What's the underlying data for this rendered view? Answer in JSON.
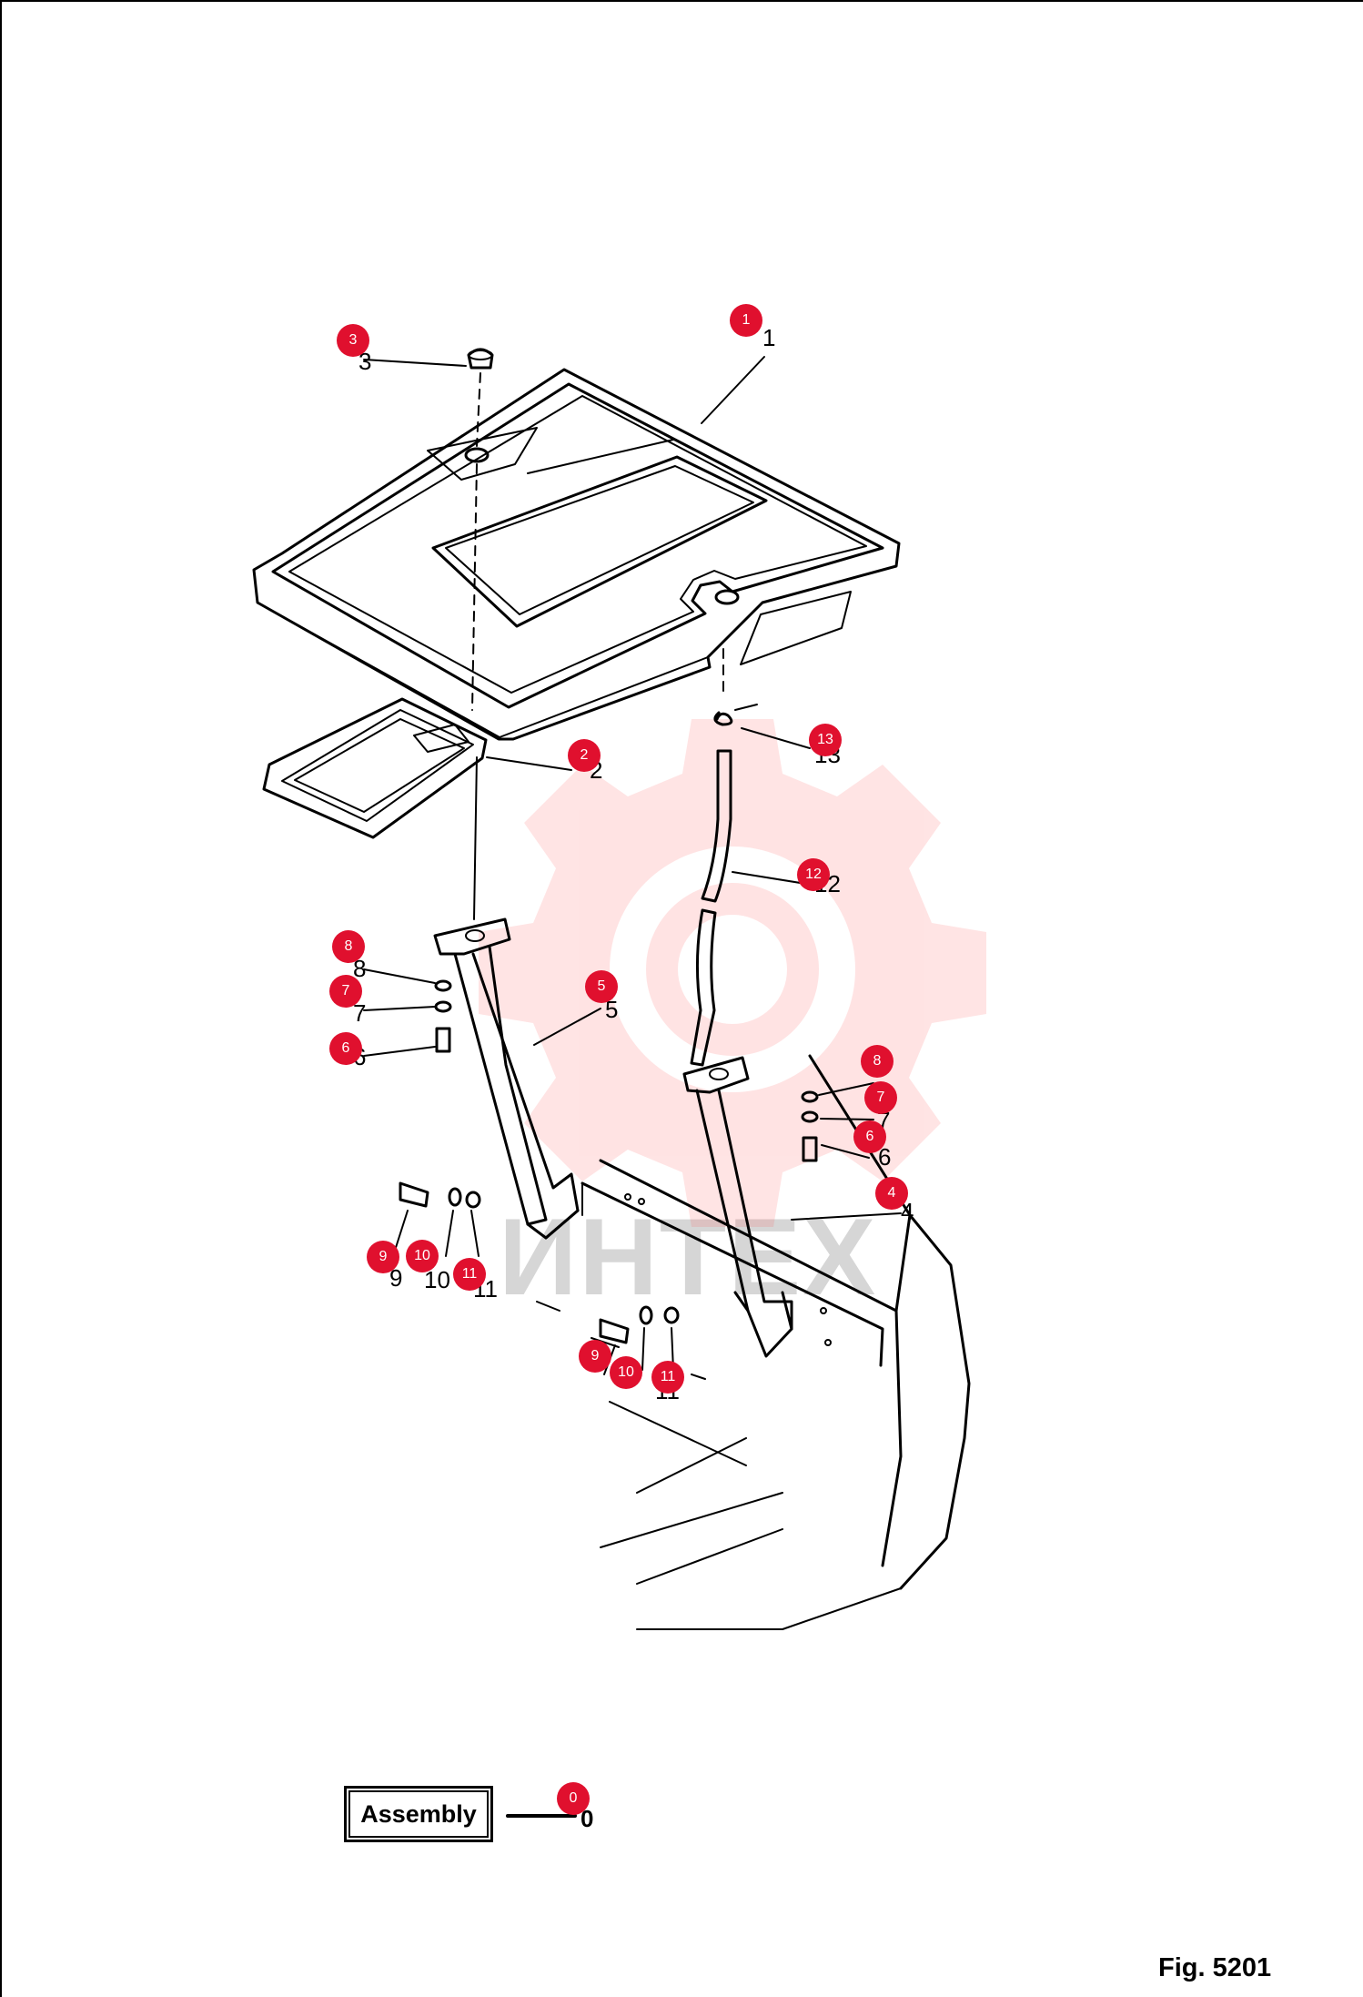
{
  "watermark": {
    "text": "ИНТЕХ",
    "color": "#ffd6d6"
  },
  "colors": {
    "callout": "#e0102e",
    "line": "#000000"
  },
  "part_numbers": [
    "1",
    "2",
    "3",
    "4",
    "5",
    "6",
    "7",
    "8",
    "9",
    "10",
    "11",
    "12",
    "13",
    "0"
  ],
  "callouts": [
    {
      "id": "c1",
      "label": "1"
    },
    {
      "id": "c2",
      "label": "2"
    },
    {
      "id": "c3",
      "label": "3"
    },
    {
      "id": "c4",
      "label": "4"
    },
    {
      "id": "c5",
      "label": "5"
    },
    {
      "id": "c6a",
      "label": "6"
    },
    {
      "id": "c6b",
      "label": "6"
    },
    {
      "id": "c7a",
      "label": "7"
    },
    {
      "id": "c7b",
      "label": "7"
    },
    {
      "id": "c8a",
      "label": "8"
    },
    {
      "id": "c8b",
      "label": "8"
    },
    {
      "id": "c9a",
      "label": "9"
    },
    {
      "id": "c9b",
      "label": "9"
    },
    {
      "id": "c10a",
      "label": "10"
    },
    {
      "id": "c10b",
      "label": "10"
    },
    {
      "id": "c11a",
      "label": "11"
    },
    {
      "id": "c11b",
      "label": "11"
    },
    {
      "id": "c12",
      "label": "12"
    },
    {
      "id": "c13",
      "label": "13"
    },
    {
      "id": "c0",
      "label": "0"
    }
  ],
  "assembly": {
    "label": "Assembly",
    "number": "0"
  },
  "figure": {
    "label": "Fig. 5201"
  }
}
